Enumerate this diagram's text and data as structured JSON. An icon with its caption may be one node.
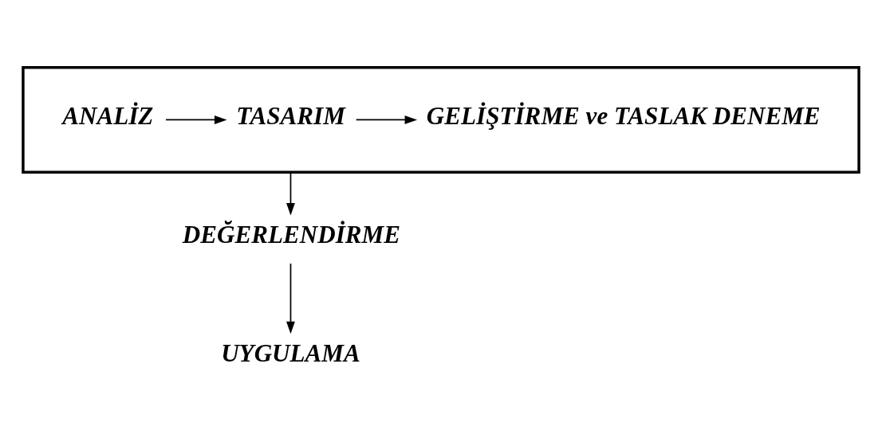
{
  "diagram": {
    "nodes": [
      {
        "text": [],
        "shape": "box"
      },
      {
        "text": [
          "ANALİZ"
        ],
        "in": 0
      },
      {
        "text": [
          "TASARIM"
        ],
        "in": 0
      },
      {
        "text": [
          "GELİŞTİRME ve TASLAK DENEME"
        ],
        "in": 0
      },
      {
        "text": [
          "DEĞERLENDİRME"
        ]
      },
      {
        "text": [
          "UYGULAMA"
        ]
      }
    ],
    "edges": [
      {
        "from": 1,
        "to": 2,
        "arrow": "to"
      },
      {
        "from": 2,
        "to": 3,
        "arrow": "to"
      },
      {
        "from": 0,
        "to": 4,
        "arrow": "to"
      },
      {
        "from": 4,
        "to": 5,
        "arrow": "to"
      }
    ]
  }
}
